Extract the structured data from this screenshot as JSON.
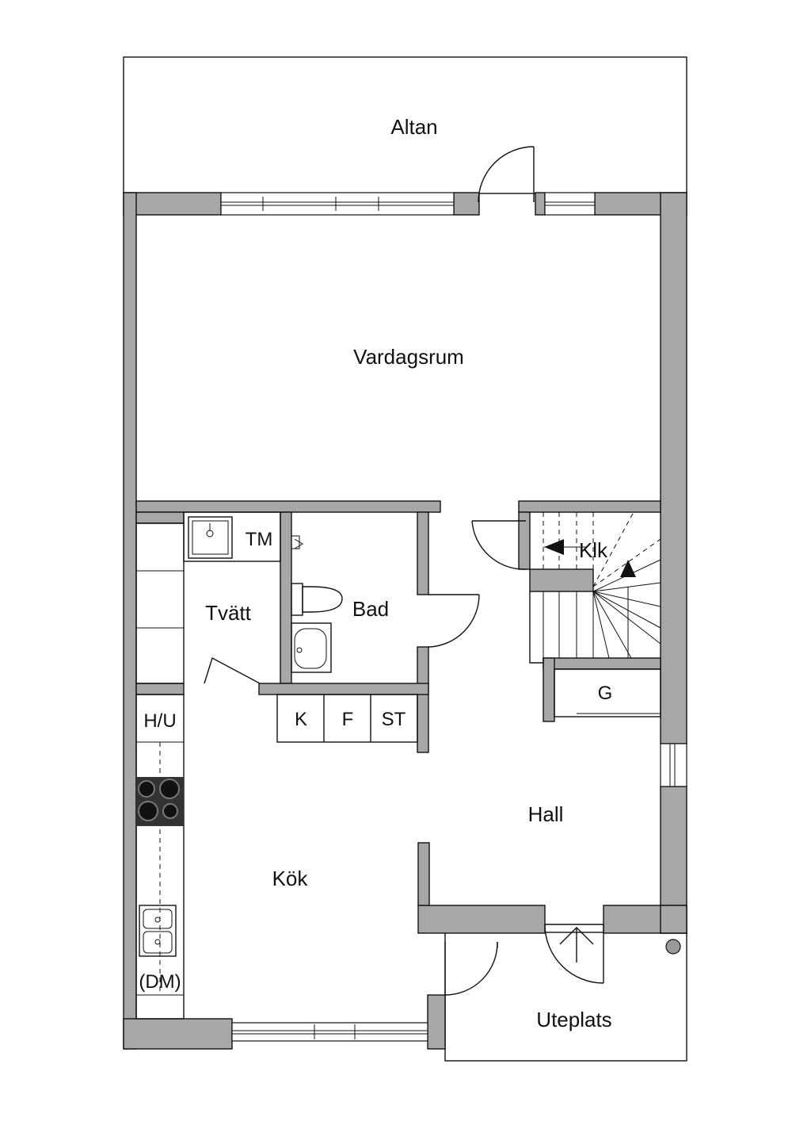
{
  "rooms": {
    "altan": "Altan",
    "vardagsrum": "Vardagsrum",
    "tvatt": "Tvätt",
    "bad": "Bad",
    "klk": "Klk",
    "kok": "Kök",
    "hall": "Hall",
    "uteplats": "Uteplats"
  },
  "fixtures": {
    "tm": "TM",
    "g": "G",
    "k": "K",
    "f": "F",
    "st": "ST",
    "hu": "H/U",
    "dm": "(DM)"
  },
  "colors": {
    "wall": "#a7a7a7",
    "line": "#111111",
    "hob": "#333333"
  }
}
